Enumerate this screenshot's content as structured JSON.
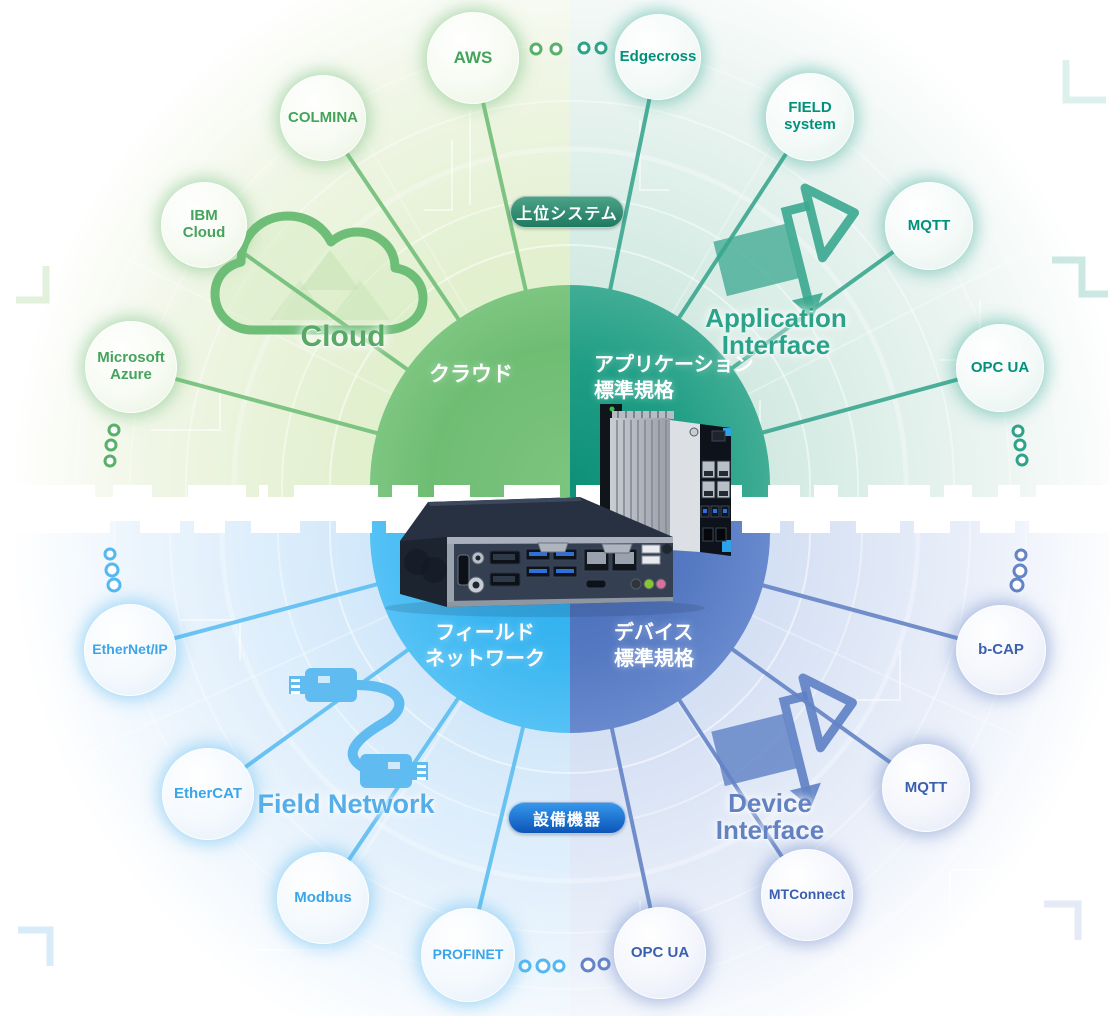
{
  "badges": {
    "top": "上位システム",
    "bottom": "設備機器"
  },
  "quadrants": {
    "cloud": {
      "inner_label": "クラウド",
      "label": "Cloud",
      "accent": "#5cb26c",
      "icon": "cloud-icon",
      "nodes": [
        "AWS",
        "COLMINA",
        "IBM Cloud",
        "Microsoft Azure"
      ]
    },
    "application": {
      "inner_label_line1": "アプリケーション",
      "inner_label_line2": "標準規格",
      "label_line1": "Application",
      "label_line2": "Interface",
      "accent": "#1f9e85",
      "icon": "swap-arrows-icon",
      "nodes": [
        "Edgecross",
        "FIELD system",
        "MQTT",
        "OPC UA"
      ]
    },
    "field": {
      "inner_label_line1": "フィールド",
      "inner_label_line2": "ネットワーク",
      "label": "Field Network",
      "accent": "#54b8f0",
      "icon": "ethernet-cable-icon",
      "nodes": [
        "EtherNet/IP",
        "EtherCAT",
        "Modbus",
        "PROFINET"
      ]
    },
    "device": {
      "inner_label_line1": "デバイス",
      "inner_label_line2": "標準規格",
      "label_line1": "Device",
      "label_line2": "Interface",
      "accent": "#5d80c4",
      "icon": "swap-arrows-icon",
      "nodes": [
        "b-CAP",
        "MQTT",
        "MTConnect",
        "OPC UA"
      ]
    }
  },
  "products": {
    "front": "box-pc",
    "rear": "embedded-fanless-pc"
  }
}
